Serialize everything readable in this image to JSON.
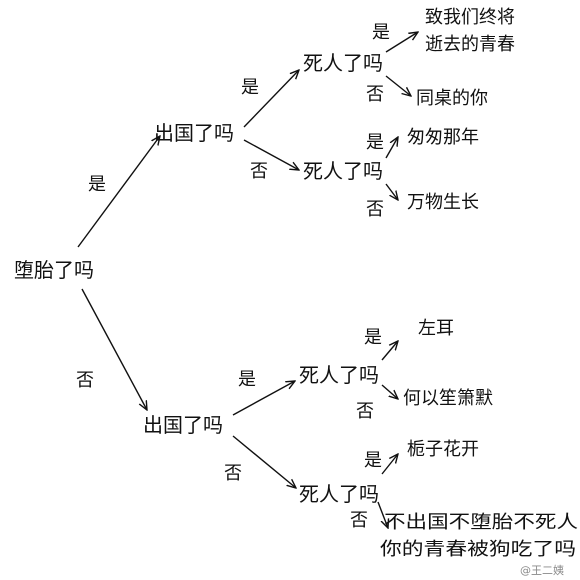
{
  "root": {
    "label": "堕胎了吗"
  },
  "level1": [
    {
      "edge": "是",
      "label": "出国了吗"
    },
    {
      "edge": "否",
      "label": "出国了吗"
    }
  ],
  "level2": [
    {
      "edge": "是",
      "label": "死人了吗"
    },
    {
      "edge": "否",
      "label": "死人了吗"
    },
    {
      "edge": "是",
      "label": "死人了吗"
    },
    {
      "edge": "否",
      "label": "死人了吗"
    }
  ],
  "leaves": [
    {
      "edge": "是",
      "lines": [
        "致我们终将",
        "逝去的青春"
      ]
    },
    {
      "edge": "否",
      "lines": [
        "同桌的你"
      ]
    },
    {
      "edge": "是",
      "lines": [
        "匆匆那年"
      ]
    },
    {
      "edge": "否",
      "lines": [
        "万物生长"
      ]
    },
    {
      "edge": "是",
      "lines": [
        "左耳"
      ]
    },
    {
      "edge": "否",
      "lines": [
        "何以笙箫默"
      ]
    },
    {
      "edge": "是",
      "lines": [
        "栀子花开"
      ]
    },
    {
      "edge": "否",
      "lines": [
        "不出国不堕胎不死人",
        "你的青春被狗吃了吗"
      ]
    }
  ],
  "watermark": "@王二姨"
}
